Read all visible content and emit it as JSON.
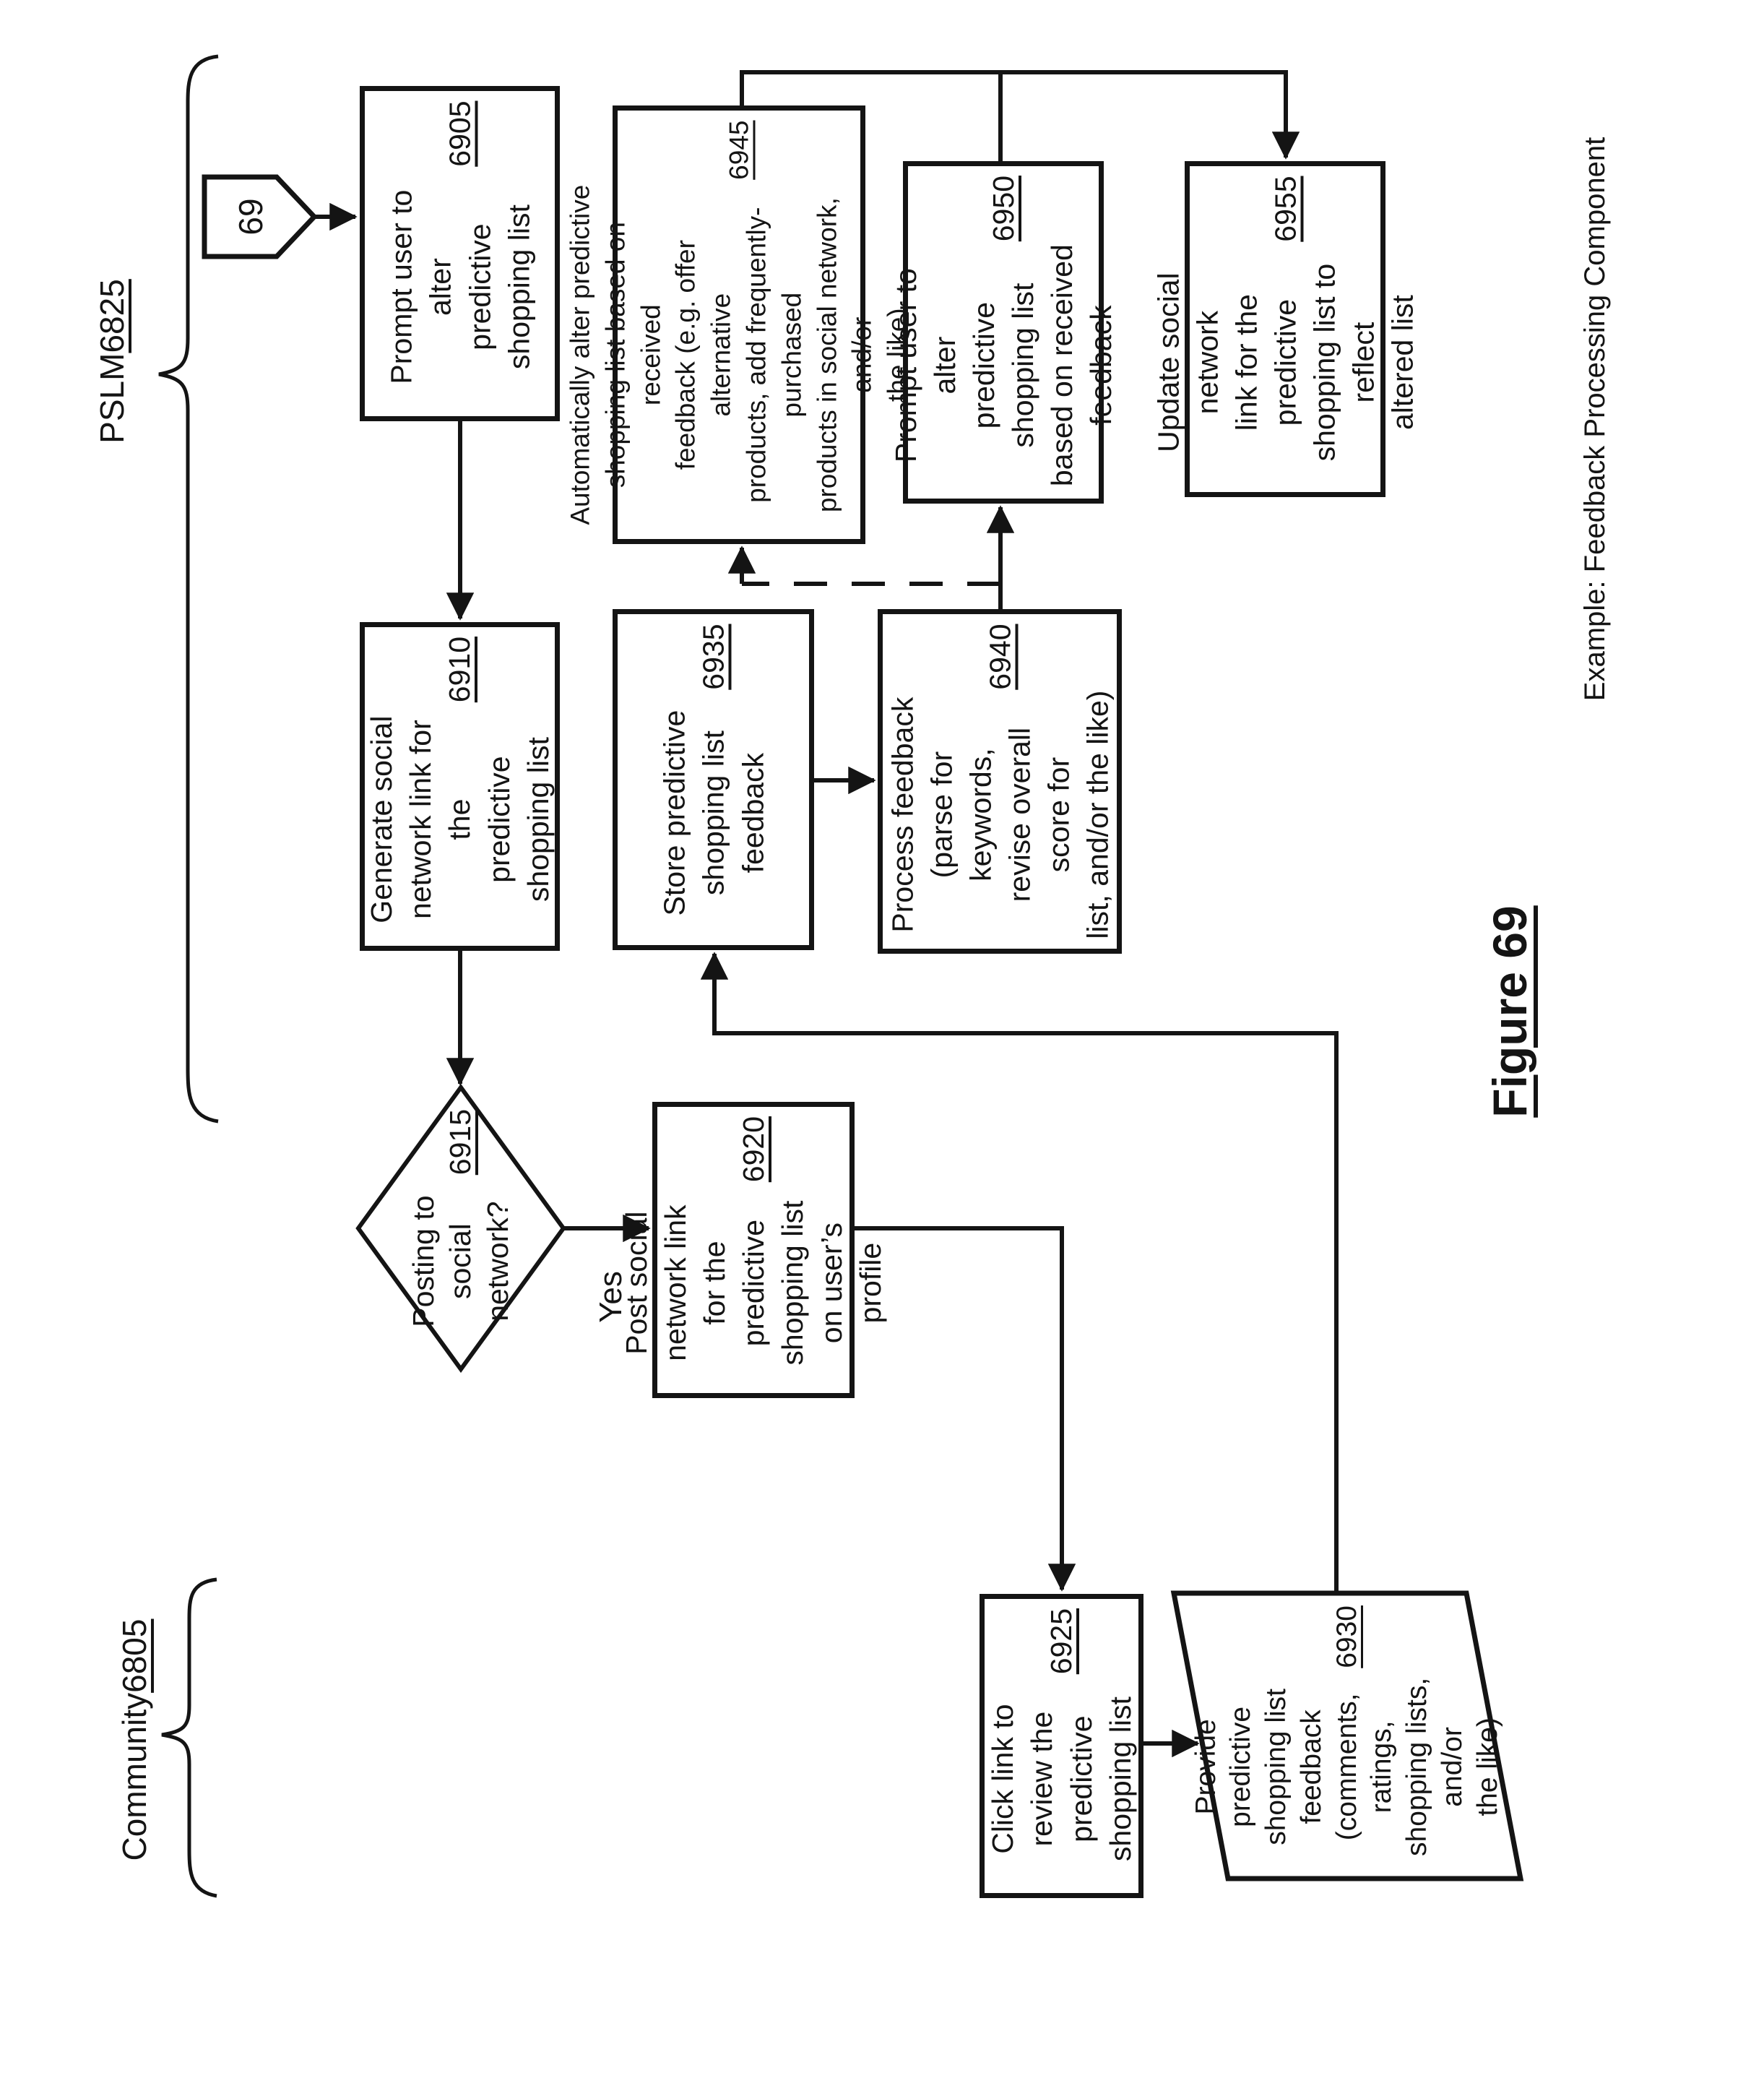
{
  "figure": {
    "title": "Figure 69",
    "caption": "Example: Feedback Processing Component"
  },
  "page_connector": {
    "label": "69"
  },
  "groups": {
    "pslm": {
      "lines": [
        "PSLM 6825"
      ],
      "ref": "6825"
    },
    "community": {
      "lines": [
        "Community 6805"
      ],
      "ref": "6805"
    }
  },
  "edge_labels": {
    "yes": "Yes"
  },
  "nodes": {
    "n6905": {
      "type": "process",
      "lines": [
        "Prompt user to alter",
        "predictive shopping list",
        "6905"
      ],
      "ref": "6905"
    },
    "n6910": {
      "type": "process",
      "lines": [
        "Generate social",
        "network link for the",
        "predictive shopping list",
        "6910"
      ],
      "ref": "6910"
    },
    "n6915": {
      "type": "decision",
      "lines": [
        "Posting to social",
        "network?",
        "6915"
      ],
      "ref": "6915"
    },
    "n6920": {
      "type": "process",
      "lines": [
        "Post social network link",
        "for the predictive",
        "shopping list on user’s",
        "profile 6920"
      ],
      "ref": "6920"
    },
    "n6925": {
      "type": "process",
      "lines": [
        "Click link to review the",
        "predictive shopping list",
        "6925"
      ],
      "ref": "6925"
    },
    "n6930": {
      "type": "data",
      "lines": [
        "Provide predictive",
        "shopping list feedback",
        "(comments, ratings,",
        "shopping lists, and/or",
        "the like) 6930"
      ],
      "ref": "6930"
    },
    "n6935": {
      "type": "process",
      "lines": [
        "Store predictive",
        "shopping list feedback",
        "6935"
      ],
      "ref": "6935"
    },
    "n6940": {
      "type": "process",
      "lines": [
        "Process feedback",
        "(parse for keywords,",
        "revise overall score for",
        "list, and/or the like)",
        "6940"
      ],
      "ref": "6940"
    },
    "n6945": {
      "type": "process",
      "lines": [
        "Automatically alter predictive",
        "shopping list based on received",
        "feedback (e.g. offer alternative",
        "products, add frequently-purchased",
        "products in social network, and/or",
        "the like) 6945"
      ],
      "ref": "6945"
    },
    "n6950": {
      "type": "process",
      "lines": [
        "Prompt user to alter",
        "predictive shopping list",
        "based on received",
        "feedback 6950"
      ],
      "ref": "6950"
    },
    "n6955": {
      "type": "process",
      "lines": [
        "Update social network",
        "link for the predictive",
        "shopping list to reflect",
        "altered list 6955"
      ],
      "ref": "6955"
    }
  },
  "colors": {
    "ink": "#141414",
    "background": "#ffffff"
  }
}
